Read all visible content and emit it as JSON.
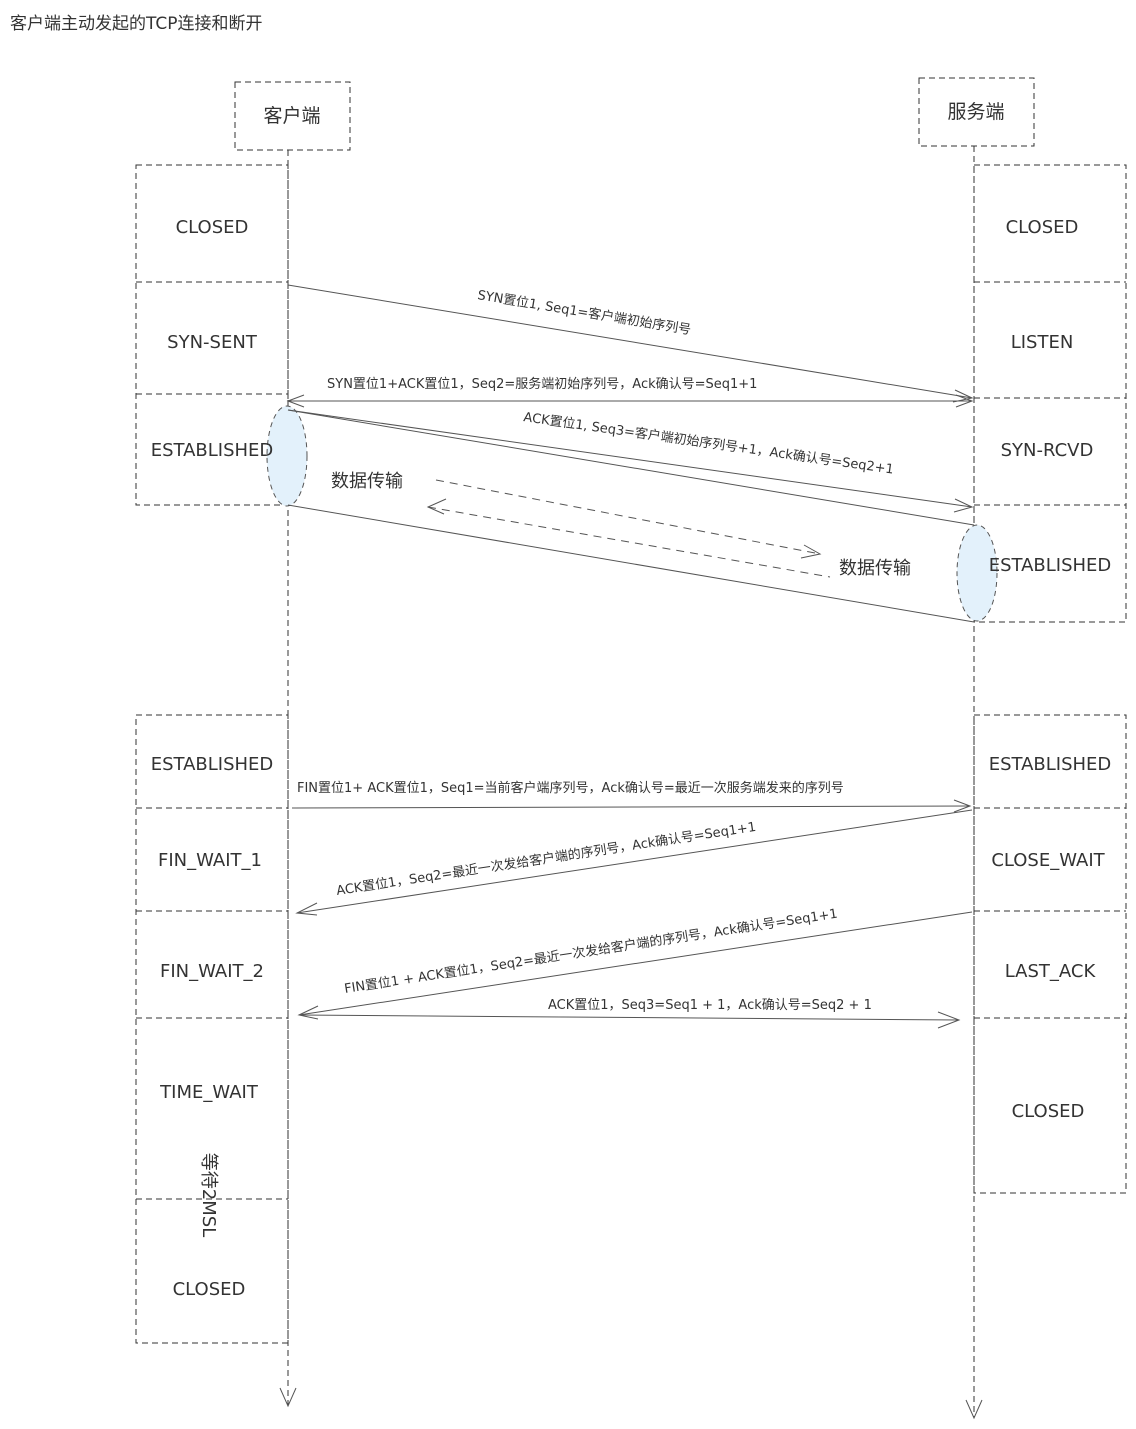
{
  "title": "客户端主动发起的TCP连接和断开",
  "actors": {
    "client": "客户端",
    "server": "服务端"
  },
  "client_states": {
    "closed_1": "CLOSED",
    "syn_sent": "SYN-SENT",
    "established_1": "ESTABLISHED",
    "established_2": "ESTABLISHED",
    "fin_wait_1": "FIN_WAIT_1",
    "fin_wait_2": "FIN_WAIT_2",
    "time_wait": "TIME_WAIT",
    "wait_2msl": "等待2MSL",
    "closed_2": "CLOSED"
  },
  "server_states": {
    "closed_1": "CLOSED",
    "listen": "LISTEN",
    "syn_rcvd": "SYN-RCVD",
    "established_1": "ESTABLISHED",
    "established_2": "ESTABLISHED",
    "close_wait": "CLOSE_WAIT",
    "last_ack": "LAST_ACK",
    "closed_2": "CLOSED"
  },
  "messages": {
    "syn": "SYN置位1, Seq1=客户端初始序列号",
    "syn_ack": "SYN置位1+ACK置位1，Seq2=服务端初始序列号，Ack确认号=Seq1+1",
    "ack": "ACK置位1, Seq3=客户端初始序列号+1，Ack确认号=Seq2+1",
    "fin1": "FIN置位1+ ACK置位1，Seq1=当前客户端序列号，Ack确认号=最近一次服务端发来的序列号",
    "ack2": "ACK置位1，Seq2=最近一次发给客户端的序列号，Ack确认号=Seq1+1",
    "fin2": "FIN置位1 + ACK置位1，Seq2=最近一次发给客户端的序列号，Ack确认号=Seq1+1",
    "ack3": "ACK置位1，Seq3=Seq1 + 1，Ack确认号=Seq2 + 1"
  },
  "data_transfer": {
    "client": "数据传输",
    "server": "数据传输"
  }
}
